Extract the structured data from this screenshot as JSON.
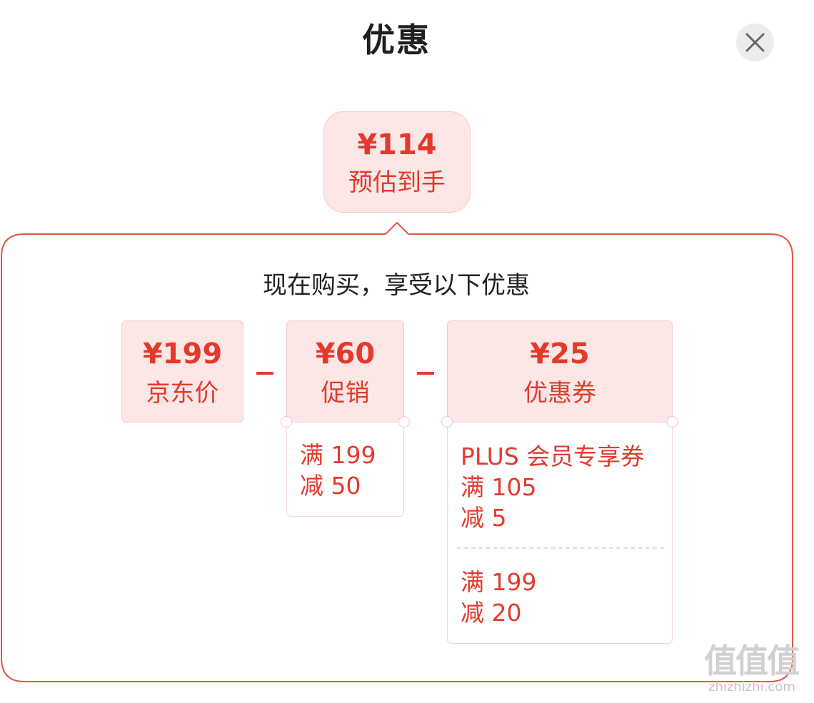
{
  "header": {
    "title": "优惠",
    "close_icon": "close-icon"
  },
  "estimate": {
    "price": "¥114",
    "label": "预估到手"
  },
  "panel": {
    "subtitle": "现在购买，享受以下优惠"
  },
  "items": [
    {
      "amount": "¥199",
      "label": "京东价",
      "details": []
    },
    {
      "amount": "¥60",
      "label": "促销",
      "details": [
        [
          "满 199",
          "减 50"
        ]
      ]
    },
    {
      "amount": "¥25",
      "label": "优惠券",
      "details": [
        [
          "PLUS 会员专享券",
          "满 105",
          "减 5"
        ],
        [
          "满 199",
          "减 20"
        ]
      ]
    }
  ],
  "operators": [
    "−",
    "−"
  ],
  "watermark": {
    "glyphs": "值值值",
    "url": "zhizhizhi.com"
  },
  "colors": {
    "accent": "#e33a2c",
    "card_bg": "#fde6e6",
    "outline": "#e8543e"
  }
}
